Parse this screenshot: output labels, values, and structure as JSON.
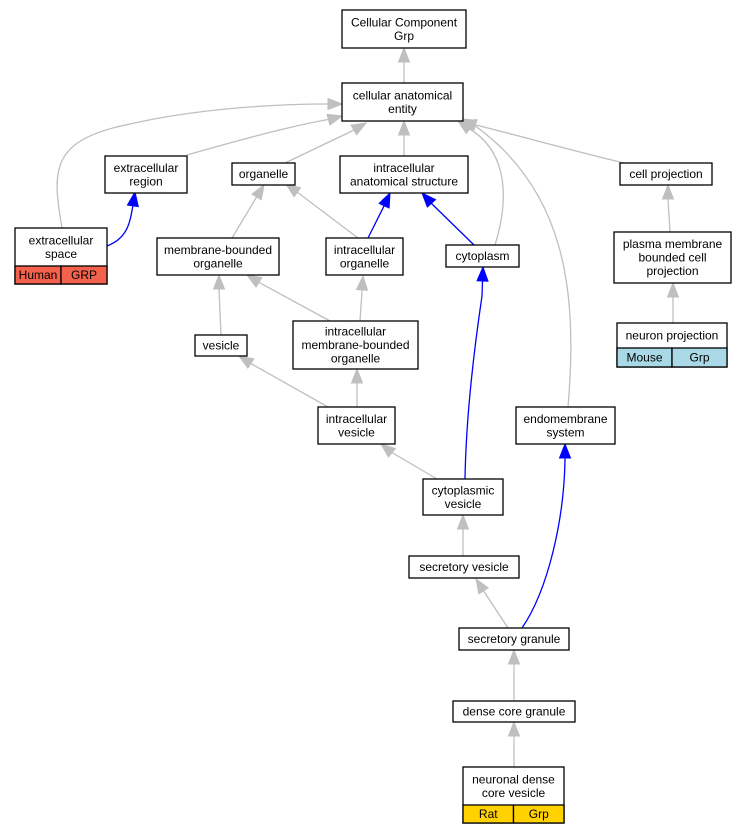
{
  "colors": {
    "edge_gray": "#bfbfbf",
    "edge_blue": "#0000ff",
    "tag_human": "#f4624d",
    "tag_mouse": "#a9d8e6",
    "tag_rat": "#ffd200"
  },
  "nodes": {
    "cellular_component_grp": [
      "Cellular Component",
      "Grp"
    ],
    "cellular_anatomical_entity": [
      "cellular anatomical",
      "entity"
    ],
    "extracellular_region": [
      "extracellular",
      "region"
    ],
    "organelle": [
      "organelle"
    ],
    "intracellular_anatomical_structure": [
      "intracellular",
      "anatomical structure"
    ],
    "cell_projection": [
      "cell projection"
    ],
    "extracellular_space": [
      "extracellular",
      "space"
    ],
    "membrane_bounded_organelle": [
      "membrane-bounded",
      "organelle"
    ],
    "intracellular_organelle": [
      "intracellular",
      "organelle"
    ],
    "cytoplasm": [
      "cytoplasm"
    ],
    "plasma_membrane_bounded_cell_projection": [
      "plasma membrane",
      "bounded cell",
      "projection"
    ],
    "vesicle": [
      "vesicle"
    ],
    "intracellular_membrane_bounded_organelle": [
      "intracellular",
      "membrane-bounded",
      "organelle"
    ],
    "neuron_projection": [
      "neuron projection"
    ],
    "intracellular_vesicle": [
      "intracellular",
      "vesicle"
    ],
    "endomembrane_system": [
      "endomembrane",
      "system"
    ],
    "cytoplasmic_vesicle": [
      "cytoplasmic",
      "vesicle"
    ],
    "secretory_vesicle": [
      "secretory vesicle"
    ],
    "secretory_granule": [
      "secretory granule"
    ],
    "dense_core_granule": [
      "dense core granule"
    ],
    "neuronal_dense_core_vesicle": [
      "neuronal dense",
      "core vesicle"
    ]
  },
  "tags": {
    "extracellular_space": [
      "Human",
      "GRP"
    ],
    "neuron_projection": [
      "Mouse",
      "Grp"
    ],
    "neuronal_dense_core_vesicle": [
      "Rat",
      "Grp"
    ]
  },
  "edges": [
    {
      "from": "cellular_anatomical_entity",
      "to": "cellular_component_grp",
      "relation": "is_a"
    },
    {
      "from": "extracellular_region",
      "to": "cellular_anatomical_entity",
      "relation": "is_a"
    },
    {
      "from": "organelle",
      "to": "cellular_anatomical_entity",
      "relation": "is_a"
    },
    {
      "from": "intracellular_anatomical_structure",
      "to": "cellular_anatomical_entity",
      "relation": "is_a"
    },
    {
      "from": "cell_projection",
      "to": "cellular_anatomical_entity",
      "relation": "is_a"
    },
    {
      "from": "extracellular_space",
      "to": "cellular_anatomical_entity",
      "relation": "is_a"
    },
    {
      "from": "cytoplasm",
      "to": "cellular_anatomical_entity",
      "relation": "is_a"
    },
    {
      "from": "endomembrane_system",
      "to": "cellular_anatomical_entity",
      "relation": "is_a"
    },
    {
      "from": "extracellular_space",
      "to": "extracellular_region",
      "relation": "part_of"
    },
    {
      "from": "membrane_bounded_organelle",
      "to": "organelle",
      "relation": "is_a"
    },
    {
      "from": "intracellular_organelle",
      "to": "organelle",
      "relation": "is_a"
    },
    {
      "from": "intracellular_organelle",
      "to": "intracellular_anatomical_structure",
      "relation": "part_of"
    },
    {
      "from": "cytoplasm",
      "to": "intracellular_anatomical_structure",
      "relation": "part_of"
    },
    {
      "from": "plasma_membrane_bounded_cell_projection",
      "to": "cell_projection",
      "relation": "is_a"
    },
    {
      "from": "neuron_projection",
      "to": "plasma_membrane_bounded_cell_projection",
      "relation": "is_a"
    },
    {
      "from": "vesicle",
      "to": "membrane_bounded_organelle",
      "relation": "is_a"
    },
    {
      "from": "intracellular_membrane_bounded_organelle",
      "to": "membrane_bounded_organelle",
      "relation": "is_a"
    },
    {
      "from": "intracellular_membrane_bounded_organelle",
      "to": "intracellular_organelle",
      "relation": "is_a"
    },
    {
      "from": "intracellular_vesicle",
      "to": "vesicle",
      "relation": "is_a"
    },
    {
      "from": "intracellular_vesicle",
      "to": "intracellular_membrane_bounded_organelle",
      "relation": "is_a"
    },
    {
      "from": "cytoplasmic_vesicle",
      "to": "intracellular_vesicle",
      "relation": "is_a"
    },
    {
      "from": "cytoplasmic_vesicle",
      "to": "cytoplasm",
      "relation": "part_of"
    },
    {
      "from": "secretory_vesicle",
      "to": "cytoplasmic_vesicle",
      "relation": "is_a"
    },
    {
      "from": "secretory_granule",
      "to": "secretory_vesicle",
      "relation": "is_a"
    },
    {
      "from": "secretory_granule",
      "to": "endomembrane_system",
      "relation": "part_of"
    },
    {
      "from": "dense_core_granule",
      "to": "secretory_granule",
      "relation": "is_a"
    },
    {
      "from": "neuronal_dense_core_vesicle",
      "to": "dense_core_granule",
      "relation": "is_a"
    }
  ]
}
